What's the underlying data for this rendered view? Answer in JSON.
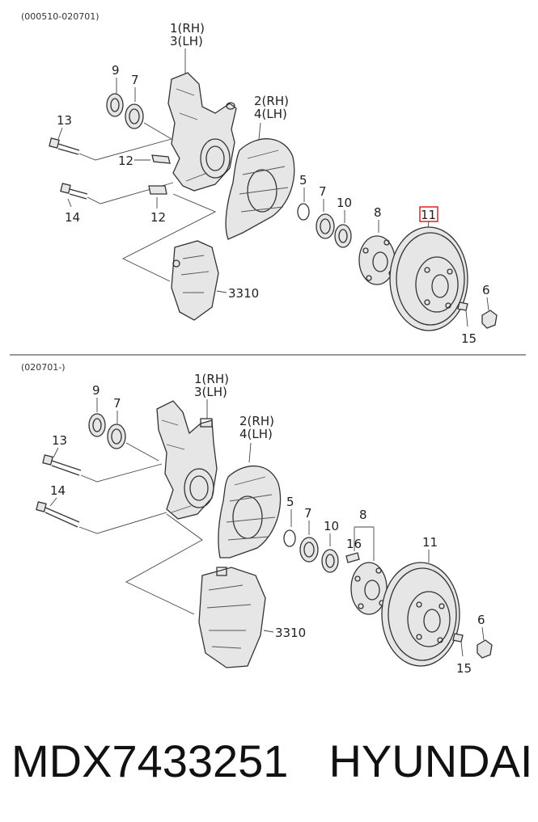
{
  "sections": [
    {
      "header": "(000510-020701)",
      "labels": {
        "knuckle_rh": "1(RH)",
        "knuckle_lh": "3(LH)",
        "shield_rh": "2(RH)",
        "shield_lh": "4(LH)",
        "seal_outer": "9",
        "bearing_left": "7",
        "bolt_upper": "13",
        "bolt_lower": "14",
        "clip_upper": "12",
        "clip_lower": "12",
        "caliper_ref": "3310",
        "snap_ring": "5",
        "bearing_right": "7",
        "seal_right": "10",
        "hub": "8",
        "disc": "11",
        "wheel_bolt": "15",
        "nut": "6"
      }
    },
    {
      "header": "(020701-)",
      "labels": {
        "knuckle_rh": "1(RH)",
        "knuckle_lh": "3(LH)",
        "shield_rh": "2(RH)",
        "shield_lh": "4(LH)",
        "seal_outer": "9",
        "bearing_left": "7",
        "bolt_upper": "13",
        "bolt_lower": "14",
        "caliper_ref": "3310",
        "snap_ring": "5",
        "bearing_right": "7",
        "seal_right": "10",
        "hub": "8",
        "hub_bolt": "16",
        "disc": "11",
        "wheel_bolt": "15",
        "nut": "6"
      }
    }
  ],
  "highlight_color": "#e0202a",
  "part_number": "MDX7433251",
  "manufacturer": "HYUNDAI"
}
